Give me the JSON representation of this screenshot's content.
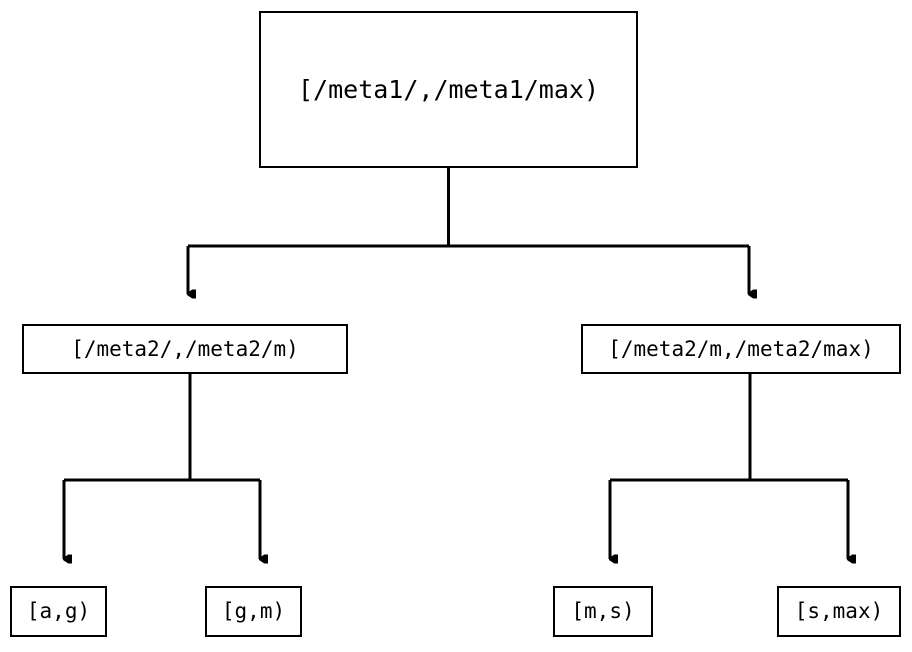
{
  "diagram": {
    "type": "range-partition-tree",
    "background_color": "#ffffff",
    "stroke_color": "#000000",
    "text_color": "#000000",
    "root": {
      "id": "root",
      "label": "[/meta1/,/meta1/max)"
    },
    "level2": [
      {
        "id": "mid-left",
        "label": "[/meta2/,/meta2/m)"
      },
      {
        "id": "mid-right",
        "label": "[/meta2/m,/meta2/max)"
      }
    ],
    "leaves": [
      {
        "id": "leaf-1",
        "label": "[a,g)"
      },
      {
        "id": "leaf-2",
        "label": "[g,m)"
      },
      {
        "id": "leaf-3",
        "label": "[m,s)"
      },
      {
        "id": "leaf-4",
        "label": "[s,max)"
      }
    ]
  }
}
